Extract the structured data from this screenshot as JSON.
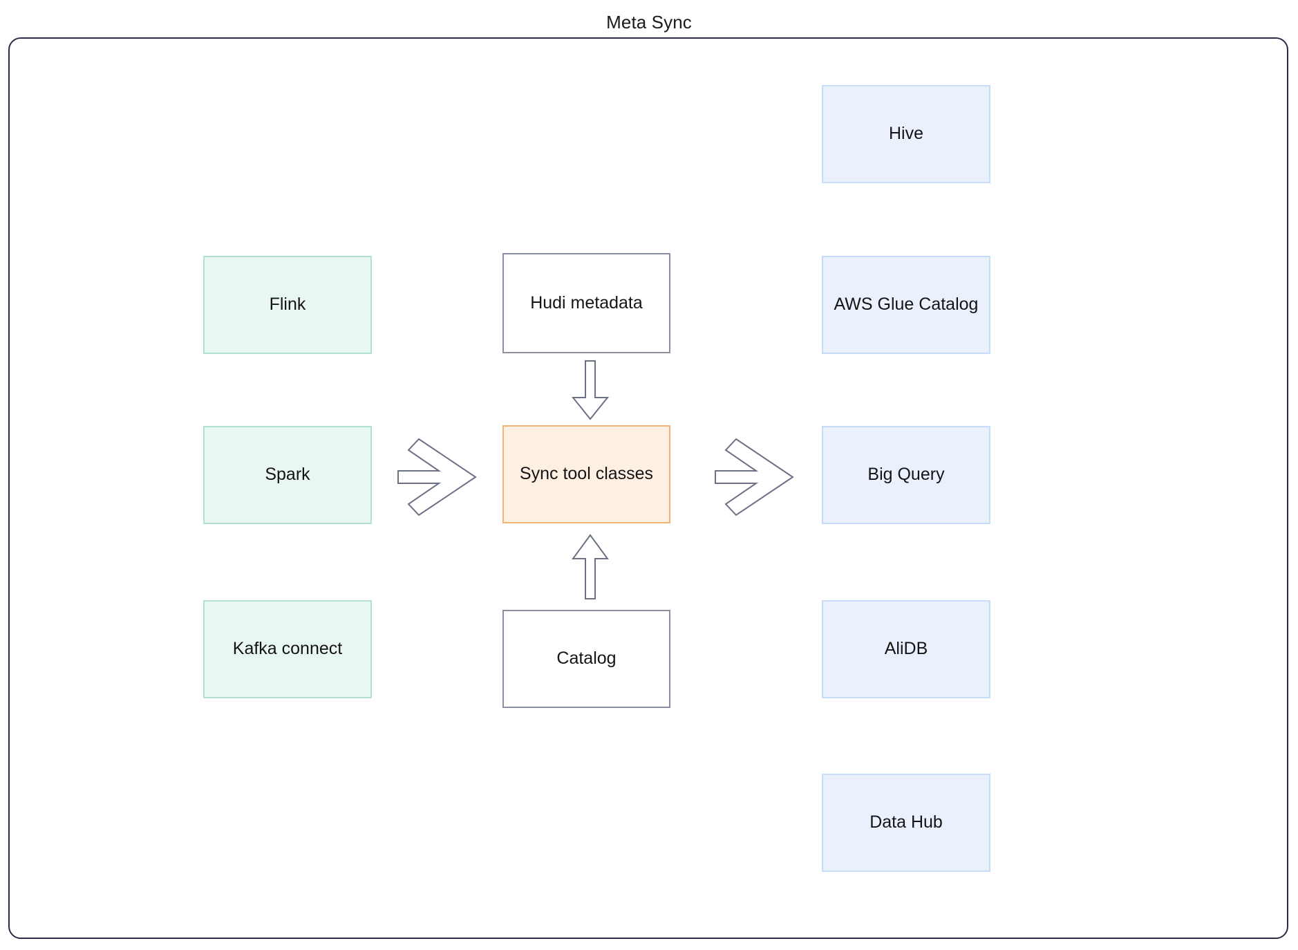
{
  "diagram": {
    "title": "Meta Sync",
    "type": "flow-diagram",
    "colors": {
      "frame_border": "#2b2b45",
      "source_fill": "#e9f7f3",
      "source_border": "#b3dfd7",
      "center_fill": "#fdf0e3",
      "center_border": "#f2b475",
      "target_fill": "#eaf1fd",
      "target_border": "#c7dcf8",
      "plain_fill": "#ffffff",
      "plain_border": "#8a8fa3",
      "arrow_stroke": "#6b7085",
      "text": "#141414"
    },
    "sources": [
      {
        "label": "Flink"
      },
      {
        "label": "Spark"
      },
      {
        "label": "Kafka connect"
      }
    ],
    "center": {
      "above": {
        "label": "Hudi metadata"
      },
      "hub": {
        "label": "Sync tool classes"
      },
      "below": {
        "label": "Catalog"
      }
    },
    "targets": [
      {
        "label": "Hive"
      },
      {
        "label": "AWS Glue Catalog"
      },
      {
        "label": "Big Query"
      },
      {
        "label": "AliDB"
      },
      {
        "label": "Data Hub"
      }
    ],
    "arrows": [
      {
        "name": "sources-to-hub",
        "direction": "right",
        "style": "chevron"
      },
      {
        "name": "hub-to-targets",
        "direction": "right",
        "style": "chevron"
      },
      {
        "name": "hudi-metadata-to-hub",
        "direction": "down",
        "style": "block"
      },
      {
        "name": "catalog-to-hub",
        "direction": "up",
        "style": "block"
      }
    ]
  }
}
